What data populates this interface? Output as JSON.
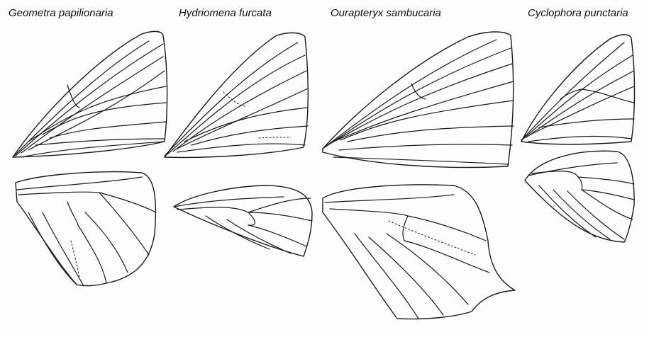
{
  "species": [
    {
      "name": "Geometra papilionaria"
    },
    {
      "name": "Hydriomena furcata"
    },
    {
      "name": "Ourapteryx sambucaria"
    },
    {
      "name": "Cyclophora punctaria"
    }
  ]
}
